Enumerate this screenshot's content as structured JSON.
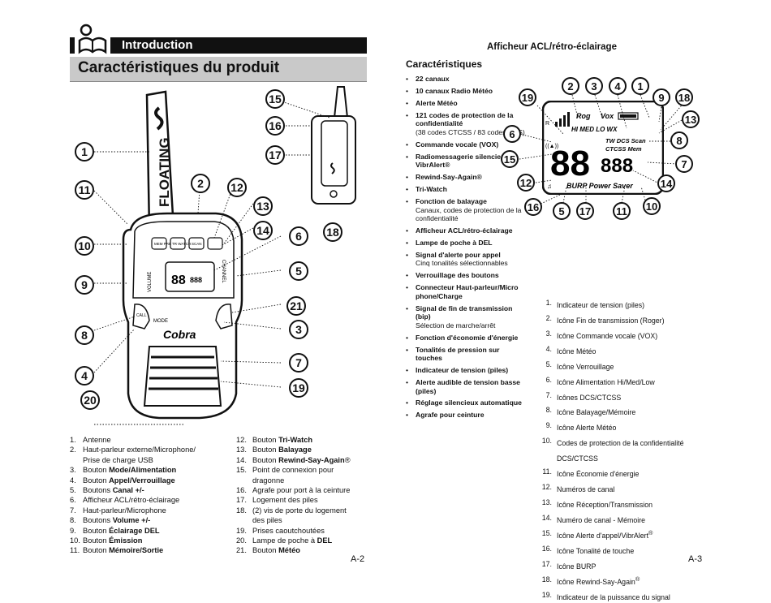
{
  "header": {
    "section": "Introduction",
    "title": "Caractéristiques du produit"
  },
  "radio_graphics": {
    "antenna_label": "FLOATING",
    "brand": "Cobra",
    "keys": [
      "MEM PRE",
      "TR WATCH",
      "SCAN"
    ],
    "mode_label": "MODE",
    "call_label": "CALL",
    "volume_label": "VOLUME",
    "channel_label": "CHANNEL"
  },
  "callouts_left": [
    "15",
    "16",
    "17",
    "18",
    "1",
    "2",
    "12",
    "11",
    "13",
    "14",
    "6",
    "10",
    "5",
    "9",
    "21",
    "8",
    "3",
    "7",
    "4",
    "19",
    "20"
  ],
  "parts_left": [
    {
      "n": "1.",
      "pre": "Antenne",
      "b": "",
      "post": ""
    },
    {
      "n": "2.",
      "pre": "Haut-parleur externe/Microphone/",
      "b": "",
      "post": ""
    },
    {
      "n": "",
      "pre": "Prise de charge USB",
      "b": "",
      "post": ""
    },
    {
      "n": "3.",
      "pre": "Bouton ",
      "b": "Mode/Alimentation",
      "post": ""
    },
    {
      "n": "4.",
      "pre": "Bouton ",
      "b": "Appel/Verrouillage",
      "post": ""
    },
    {
      "n": "5.",
      "pre": "Boutons ",
      "b": "Canal +/-",
      "post": ""
    },
    {
      "n": "6.",
      "pre": "Afficheur ACL/rétro-éclairage",
      "b": "",
      "post": ""
    },
    {
      "n": "7.",
      "pre": "Haut-parleur/Microphone",
      "b": "",
      "post": ""
    },
    {
      "n": "8.",
      "pre": "Boutons ",
      "b": "Volume +/-",
      "post": ""
    },
    {
      "n": "9.",
      "pre": "Bouton ",
      "b": "Éclairage DEL",
      "post": ""
    },
    {
      "n": "10.",
      "pre": "Bouton ",
      "b": "Émission",
      "post": ""
    },
    {
      "n": "11.",
      "pre": "Bouton ",
      "b": "Mémoire/Sortie",
      "post": ""
    }
  ],
  "parts_right": [
    {
      "n": "12.",
      "pre": "Bouton ",
      "b": "Tri-Watch",
      "post": ""
    },
    {
      "n": "13.",
      "pre": "Bouton ",
      "b": "Balayage",
      "post": ""
    },
    {
      "n": "14.",
      "pre": "Bouton ",
      "b": "Rewind-Say-Again",
      "post": "®"
    },
    {
      "n": "15.",
      "pre": "Point de connexion pour",
      "b": "",
      "post": ""
    },
    {
      "n": "",
      "pre": "dragonne",
      "b": "",
      "post": ""
    },
    {
      "n": "16.",
      "pre": "Agrafe pour port à la ceinture",
      "b": "",
      "post": ""
    },
    {
      "n": "17.",
      "pre": "Logement des piles",
      "b": "",
      "post": ""
    },
    {
      "n": "18.",
      "pre": "(2) vis de porte du logement",
      "b": "",
      "post": ""
    },
    {
      "n": "",
      "pre": "des piles",
      "b": "",
      "post": ""
    },
    {
      "n": "19.",
      "pre": "Prises caoutchoutées",
      "b": "",
      "post": ""
    },
    {
      "n": "20.",
      "pre": "Lampe de poche à ",
      "b": "DEL",
      "post": ""
    },
    {
      "n": "21.",
      "pre": "Bouton ",
      "b": "Météo",
      "post": ""
    }
  ],
  "page_left": "A-2",
  "display_title": "Afficheur ACL/rétro-éclairage",
  "characteristics_title": "Caractéristiques",
  "characteristics": [
    {
      "t": "22 canaux",
      "sub": ""
    },
    {
      "t": "10 canaux Radio Météo",
      "sub": ""
    },
    {
      "t": "Alerte Météo",
      "sub": ""
    },
    {
      "t": "121 codes de protection de la confidentialité",
      "sub": "(38 codes CTCSS / 83 codes DCS)"
    },
    {
      "t": "Commande vocale (VOX)",
      "sub": ""
    },
    {
      "t": "Radiomessagerie silencieuse VibrAlert®",
      "sub": ""
    },
    {
      "t": "Rewind-Say-Again®",
      "sub": ""
    },
    {
      "t": "Tri-Watch",
      "sub": ""
    },
    {
      "t": "Fonction de balayage",
      "sub": "Canaux, codes de protection de la confidentialité"
    },
    {
      "t": "Afficheur ACL/rétro-éclairage",
      "sub": ""
    },
    {
      "t": "Lampe de poche à DEL",
      "sub": ""
    },
    {
      "t": "Signal d'alerte pour appel",
      "sub": "Cinq tonalités sélectionnables"
    },
    {
      "t": "Verrouillage des boutons",
      "sub": ""
    },
    {
      "t": "Connecteur Haut-parleur/Micro phone/Charge",
      "sub": ""
    },
    {
      "t": "Signal de fin de transmission (bip)",
      "sub": "Sélection de marche/arrêt"
    },
    {
      "t": "Fonction d'économie d'énergie",
      "sub": ""
    },
    {
      "t": "Tonalités de pression sur touches",
      "sub": ""
    },
    {
      "t": "Indicateur de tension (piles)",
      "sub": ""
    },
    {
      "t": "Alerte audible de tension basse (piles)",
      "sub": ""
    },
    {
      "t": "Réglage silencieux automatique",
      "sub": ""
    },
    {
      "t": "Agrafe pour ceinture",
      "sub": ""
    }
  ],
  "lcd": {
    "rog": "Rog",
    "vox": "Vox",
    "power_levels": "HI MED LO WX",
    "tw_line": "TW DCS Scan",
    "ctcss_line": "CTCSS Mem",
    "big_digits": "88",
    "small_digits": "888",
    "bottom_line": "BURP Power Saver"
  },
  "lcd_callouts": [
    "2",
    "3",
    "4",
    "1",
    "19",
    "9",
    "18",
    "13",
    "6",
    "8",
    "15",
    "7",
    "12",
    "14",
    "16",
    "5",
    "17",
    "11",
    "10"
  ],
  "icons_list": [
    {
      "n": "1.",
      "pre": "Indicateur de tension (piles)",
      "sup": ""
    },
    {
      "n": "2.",
      "pre": "Icône Fin de transmission (Roger)",
      "sup": ""
    },
    {
      "n": "3.",
      "pre": "Icône Commande vocale (VOX)",
      "sup": ""
    },
    {
      "n": "4.",
      "pre": "Icône Météo",
      "sup": ""
    },
    {
      "n": "5.",
      "pre": "Icône Verrouillage",
      "sup": ""
    },
    {
      "n": "6.",
      "pre": "Icône Alimentation Hi/Med/Low",
      "sup": ""
    },
    {
      "n": "7.",
      "pre": "Icônes DCS/CTCSS",
      "sup": ""
    },
    {
      "n": "8.",
      "pre": "Icône Balayage/Mémoire",
      "sup": ""
    },
    {
      "n": "9.",
      "pre": "Icône Alerte Météo",
      "sup": ""
    },
    {
      "n": "10.",
      "pre": "Codes de protection de la confidentialité",
      "sup": ""
    },
    {
      "n": "",
      "pre": "DCS/CTCSS",
      "sup": ""
    },
    {
      "n": "11.",
      "pre": "Icône Économie d'énergie",
      "sup": ""
    },
    {
      "n": "12.",
      "pre": "Numéros de canal",
      "sup": ""
    },
    {
      "n": "13.",
      "pre": "Icône Réception/Transmission",
      "sup": ""
    },
    {
      "n": "14.",
      "pre": "Numéro de canal - Mémoire",
      "sup": ""
    },
    {
      "n": "15.",
      "pre": "Icône Alerte d'appel/VibrAlert",
      "sup": "®"
    },
    {
      "n": "16.",
      "pre": "Icône Tonalité de touche",
      "sup": ""
    },
    {
      "n": "17.",
      "pre": "Icône BURP",
      "sup": ""
    },
    {
      "n": "18.",
      "pre": "Icône Rewind-Say-Again",
      "sup": "®"
    },
    {
      "n": "19.",
      "pre": "Indicateur de la puissance du signal",
      "sup": ""
    }
  ],
  "page_right": "A-3"
}
